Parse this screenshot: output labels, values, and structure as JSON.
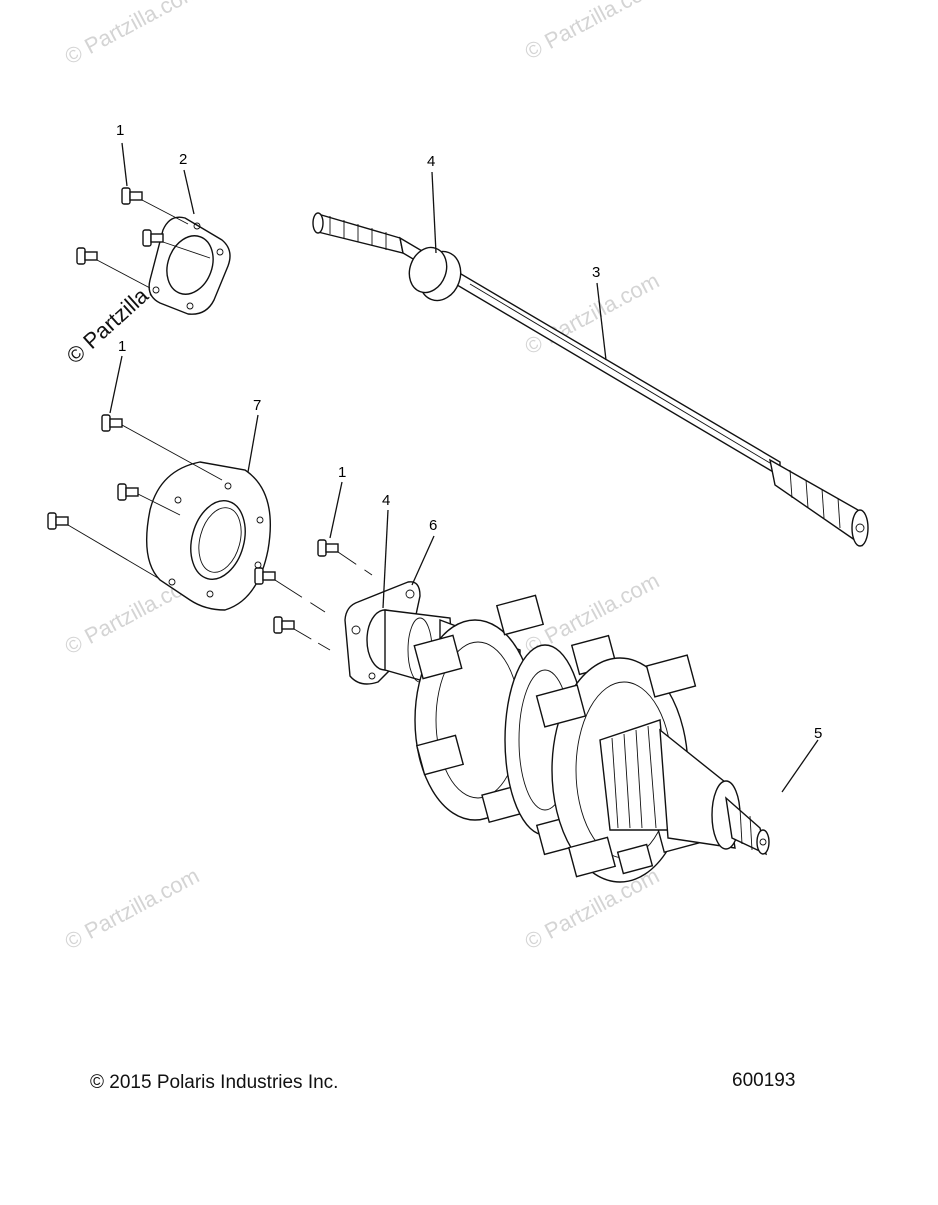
{
  "callouts": [
    {
      "id": "c1a",
      "label": "1"
    },
    {
      "id": "c2",
      "label": "2"
    },
    {
      "id": "c4a",
      "label": "4"
    },
    {
      "id": "c3",
      "label": "3"
    },
    {
      "id": "c1b",
      "label": "1"
    },
    {
      "id": "c7",
      "label": "7"
    },
    {
      "id": "c1c",
      "label": "1"
    },
    {
      "id": "c4b",
      "label": "4"
    },
    {
      "id": "c6",
      "label": "6"
    },
    {
      "id": "c5",
      "label": "5"
    }
  ],
  "watermark": {
    "text": "© Partzilla.com"
  },
  "footer": {
    "copyright": "© 2015 Polaris Industries Inc.",
    "diagram_id": "600193"
  }
}
